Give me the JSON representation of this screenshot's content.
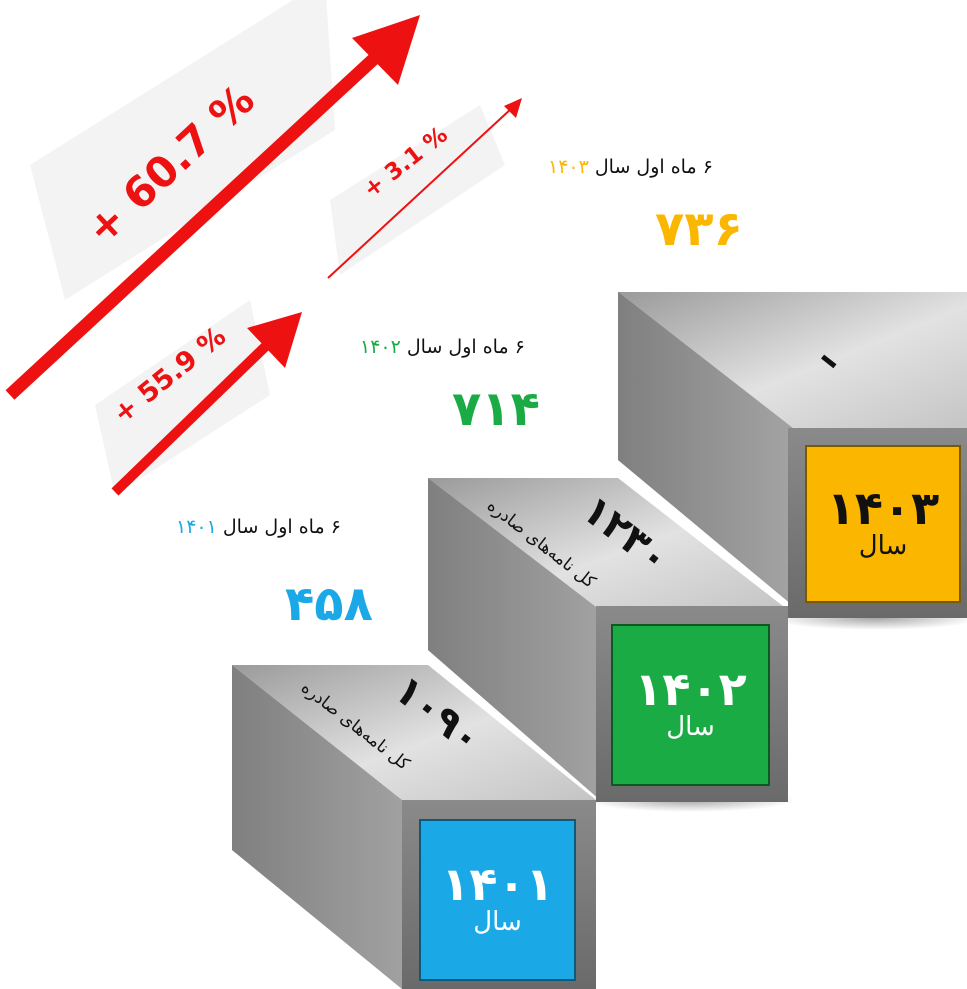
{
  "colors": {
    "arrow": "#ee1111",
    "year_1401": "#1ba8e6",
    "year_1402": "#1bab45",
    "year_1403": "#fbb700"
  },
  "arrows": {
    "total_growth": "+ 60.7 %",
    "growth_1401_1402": "+ 55.9 %",
    "growth_1402_1403": "+ 3.1 %"
  },
  "stats": [
    {
      "period_prefix": "۶ ماه اول سال",
      "year": "۱۴۰۱",
      "count": "۴۵۸"
    },
    {
      "period_prefix": "۶ ماه اول سال",
      "year": "۱۴۰۲",
      "count": "۷۱۴"
    },
    {
      "period_prefix": "۶ ماه اول سال",
      "year": "۱۴۰۳",
      "count": "۷۳۶"
    }
  ],
  "blocks": [
    {
      "year": "۱۴۰۱",
      "word": "سال",
      "total": "۱۰۹۰",
      "total_label": "کل نامه‌های صادره"
    },
    {
      "year": "۱۴۰۲",
      "word": "سال",
      "total": "۱۲۳۰",
      "total_label": "کل نامه‌های صادره"
    },
    {
      "year": "۱۴۰۳",
      "word": "سال",
      "total": "–",
      "total_label": ""
    }
  ]
}
